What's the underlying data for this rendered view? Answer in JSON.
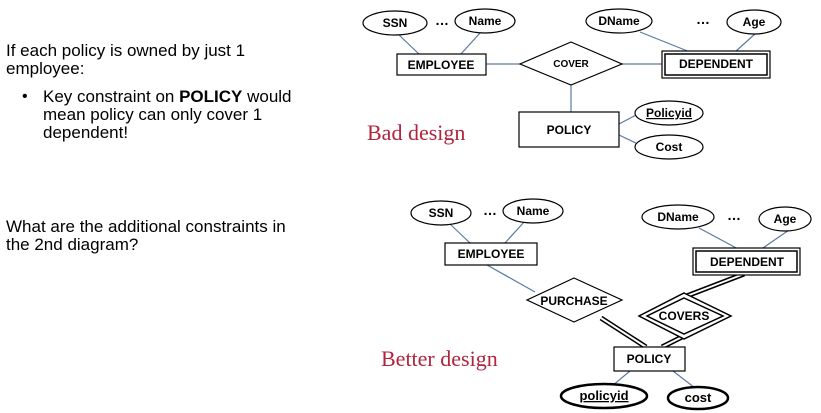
{
  "text": {
    "intro": "If each policy is owned by just 1 employee:",
    "bullet_pre": "Key constraint on ",
    "bullet_bold": "POLICY",
    "bullet_post": " would mean policy can only cover 1 dependent!",
    "question": "What are the additional constraints in the 2nd diagram?"
  },
  "captions": {
    "bad": "Bad design",
    "better": "Better design"
  },
  "diagram1": {
    "ssn": "SSN",
    "dots_left": "…",
    "name": "Name",
    "dname": "DName",
    "dots_right": "…",
    "age": "Age",
    "employee": "EMPLOYEE",
    "cover": "COVER",
    "dependent": "DEPENDENT",
    "policy": "POLICY",
    "policyid": "Policyid",
    "cost": "Cost"
  },
  "diagram2": {
    "ssn": "SSN",
    "dots_left": "…",
    "name": "Name",
    "dname": "DName",
    "dots_right": "…",
    "age": "Age",
    "employee": "EMPLOYEE",
    "purchase": "PURCHASE",
    "dependent": "DEPENDENT",
    "covers": "COVERS",
    "policy": "POLICY",
    "policyid": "policyid",
    "cost": "cost"
  },
  "colors": {
    "line": "#5a7aa0",
    "caption": "#b0243c",
    "text": "#000000"
  }
}
